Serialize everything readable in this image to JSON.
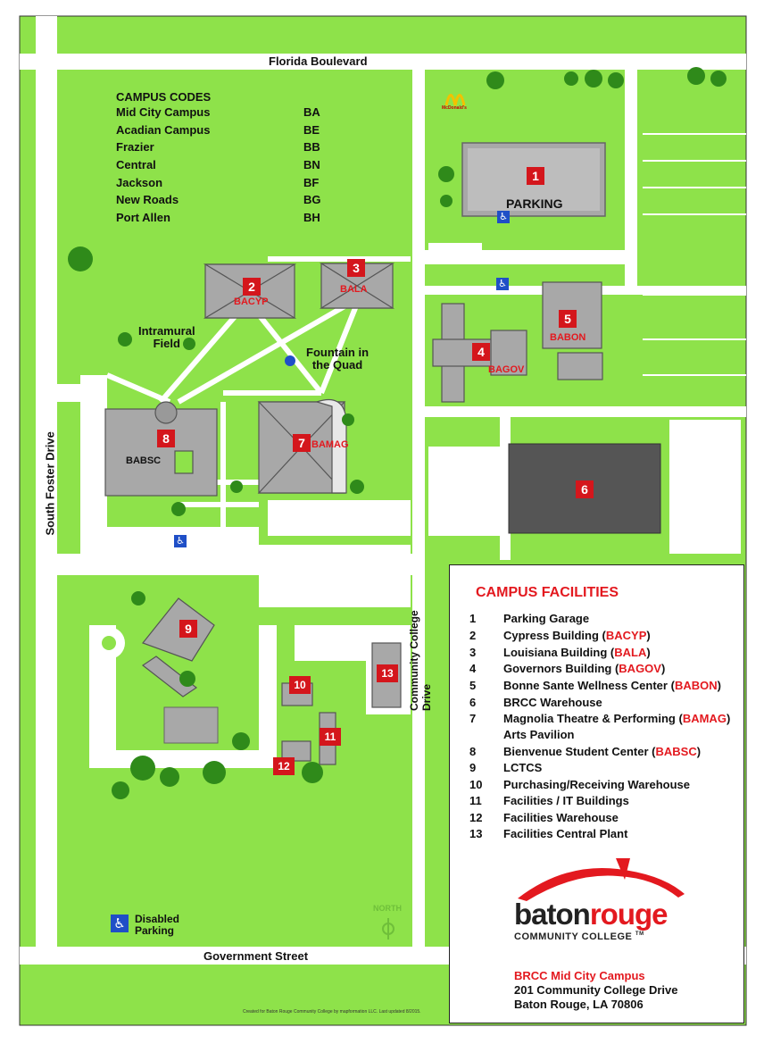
{
  "roads": {
    "north": "Florida Boulevard",
    "west": "South Foster Drive",
    "south": "Government Street",
    "east": "Community College Drive"
  },
  "campus_codes": {
    "title": "CAMPUS CODES",
    "rows": [
      {
        "name": "Mid City Campus",
        "code": "BA"
      },
      {
        "name": "Acadian Campus",
        "code": "BE"
      },
      {
        "name": "Frazier",
        "code": "BB"
      },
      {
        "name": "Central",
        "code": "BN"
      },
      {
        "name": "Jackson",
        "code": "BF"
      },
      {
        "name": "New Roads",
        "code": "BG"
      },
      {
        "name": "Port Allen",
        "code": "BH"
      }
    ]
  },
  "map_labels": {
    "parking": "PARKING",
    "intramural_field": "Intramural\nField",
    "fountain": "Fountain in\nthe Quad",
    "mcdonalds": "McDonald's",
    "disabled_parking": "Disabled\nParking",
    "north": "NORTH"
  },
  "buildings": [
    {
      "num": "1",
      "code": ""
    },
    {
      "num": "2",
      "code": "BACYP"
    },
    {
      "num": "3",
      "code": "BALA"
    },
    {
      "num": "4",
      "code": "BAGOV"
    },
    {
      "num": "5",
      "code": "BABON"
    },
    {
      "num": "6",
      "code": ""
    },
    {
      "num": "7",
      "code": "BAMAG"
    },
    {
      "num": "8",
      "code": "BABSC"
    },
    {
      "num": "9",
      "code": ""
    },
    {
      "num": "10",
      "code": ""
    },
    {
      "num": "11",
      "code": ""
    },
    {
      "num": "12",
      "code": ""
    },
    {
      "num": "13",
      "code": ""
    }
  ],
  "facilities": {
    "title": "CAMPUS FACILITIES",
    "items": [
      {
        "num": "1",
        "name": "Parking Garage",
        "code": ""
      },
      {
        "num": "2",
        "name": "Cypress Building",
        "code": "BACYP"
      },
      {
        "num": "3",
        "name": "Louisiana Building",
        "code": "BALA"
      },
      {
        "num": "4",
        "name": "Governors Building",
        "code": "BAGOV"
      },
      {
        "num": "5",
        "name": "Bonne Sante Wellness Center",
        "code": "BABON"
      },
      {
        "num": "6",
        "name": "BRCC Warehouse",
        "code": ""
      },
      {
        "num": "7",
        "name": "Magnolia Theatre & Performing",
        "code": "BAMAG"
      },
      {
        "num": "",
        "name": "Arts  Pavilion",
        "code": ""
      },
      {
        "num": "8",
        "name": "Bienvenue Student Center",
        "code": "BABSC"
      },
      {
        "num": "9",
        "name": "LCTCS",
        "code": ""
      },
      {
        "num": "10",
        "name": "Purchasing/Receiving Warehouse",
        "code": ""
      },
      {
        "num": "11",
        "name": "Facilities / IT Buildings",
        "code": ""
      },
      {
        "num": "12",
        "name": "Facilities Warehouse",
        "code": ""
      },
      {
        "num": "13",
        "name": "Facilities Central Plant",
        "code": ""
      }
    ]
  },
  "logo": {
    "part1": "baton",
    "part2": "rouge",
    "sub": "COMMUNITY COLLEGE",
    "tm": "TM"
  },
  "address": {
    "campus": "BRCC Mid City Campus",
    "street": "201 Community College Drive",
    "city": "Baton Rouge, LA 70806"
  },
  "credit": "Created for Baton Rouge Community College by mapformation LLC. Last updated 8/2015.",
  "colors": {
    "grass": "#8ee24a",
    "road": "#ffffff",
    "roof": "#a8a8a8",
    "warehouse": "#555555",
    "accent_red": "#e3191f",
    "tree": "#2f8a1a"
  }
}
